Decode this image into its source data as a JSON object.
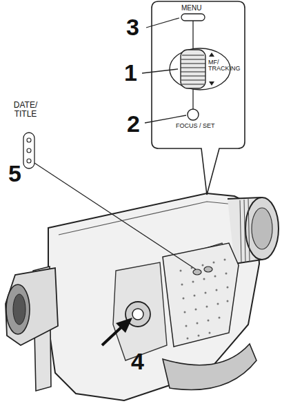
{
  "diagram": {
    "labels": [
      "3",
      "MENU",
      "1",
      "MF/ TRACKING",
      "2",
      "FOCUS / SET",
      "DATE/ TITLE",
      "5",
      "4"
    ]
  }
}
